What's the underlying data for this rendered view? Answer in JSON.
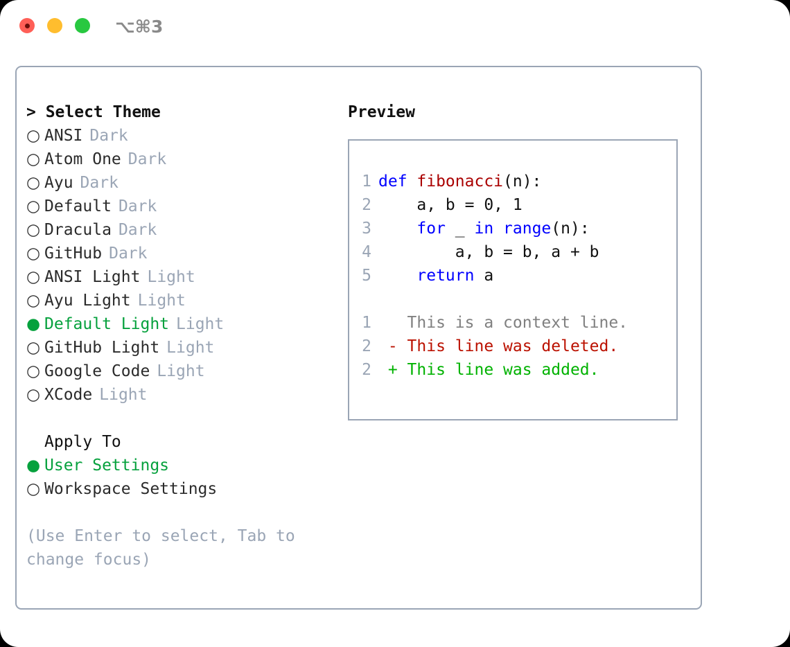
{
  "titlebar": {
    "shortcut": "⌥⌘3",
    "buttons": [
      {
        "name": "close",
        "color": "#ff5f57"
      },
      {
        "name": "minimize",
        "color": "#ffbd2e"
      },
      {
        "name": "maximize",
        "color": "#28c840"
      }
    ]
  },
  "theme_picker": {
    "header": "> Select Theme",
    "items": [
      {
        "marker": "○",
        "name": "ANSI",
        "kind": "Dark",
        "selected": false
      },
      {
        "marker": "○",
        "name": "Atom One",
        "kind": "Dark",
        "selected": false
      },
      {
        "marker": "○",
        "name": "Ayu",
        "kind": "Dark",
        "selected": false
      },
      {
        "marker": "○",
        "name": "Default",
        "kind": "Dark",
        "selected": false
      },
      {
        "marker": "○",
        "name": "Dracula",
        "kind": "Dark",
        "selected": false
      },
      {
        "marker": "○",
        "name": "GitHub",
        "kind": "Dark",
        "selected": false
      },
      {
        "marker": "○",
        "name": "ANSI Light",
        "kind": "Light",
        "selected": false
      },
      {
        "marker": "○",
        "name": "Ayu Light",
        "kind": "Light",
        "selected": false
      },
      {
        "marker": "●",
        "name": "Default Light",
        "kind": "Light",
        "selected": true
      },
      {
        "marker": "○",
        "name": "GitHub Light",
        "kind": "Light",
        "selected": false
      },
      {
        "marker": "○",
        "name": "Google Code",
        "kind": "Light",
        "selected": false
      },
      {
        "marker": "○",
        "name": "XCode",
        "kind": "Light",
        "selected": false
      }
    ]
  },
  "apply_to": {
    "title": "Apply To",
    "options": [
      {
        "marker": "●",
        "label": "User Settings",
        "selected": true
      },
      {
        "marker": "○",
        "label": "Workspace Settings",
        "selected": false
      }
    ]
  },
  "hint": "(Use Enter to select, Tab to change focus)",
  "preview": {
    "title": "Preview",
    "code_lines": [
      {
        "lineno": "1",
        "tokens": [
          {
            "text": "def ",
            "type": "kw"
          },
          {
            "text": "fibonacci",
            "type": "fn"
          },
          {
            "text": "(n):",
            "type": "plain"
          }
        ]
      },
      {
        "lineno": "2",
        "tokens": [
          {
            "text": "    a, b = 0, 1",
            "type": "plain"
          }
        ]
      },
      {
        "lineno": "3",
        "tokens": [
          {
            "text": "    ",
            "type": "plain"
          },
          {
            "text": "for",
            "type": "kw"
          },
          {
            "text": " _ ",
            "type": "plain"
          },
          {
            "text": "in",
            "type": "kw"
          },
          {
            "text": " ",
            "type": "plain"
          },
          {
            "text": "range",
            "type": "kw"
          },
          {
            "text": "(n):",
            "type": "plain"
          }
        ]
      },
      {
        "lineno": "4",
        "tokens": [
          {
            "text": "        a, b = b, a + b",
            "type": "plain"
          }
        ]
      },
      {
        "lineno": "5",
        "tokens": [
          {
            "text": "    ",
            "type": "plain"
          },
          {
            "text": "return",
            "type": "kw"
          },
          {
            "text": " a",
            "type": "plain"
          }
        ]
      }
    ],
    "diff_lines": [
      {
        "lineno": "1",
        "tokens": [
          {
            "text": "   This is a context line.",
            "type": "ctx"
          }
        ]
      },
      {
        "lineno": "2",
        "tokens": [
          {
            "text": " - This line was deleted.",
            "type": "del"
          }
        ]
      },
      {
        "lineno": "2",
        "tokens": [
          {
            "text": " + This line was added.",
            "type": "add"
          }
        ]
      }
    ]
  },
  "colors": {
    "accent_green": "#06a13d",
    "muted": "#9aa5b5",
    "keyword": "#0000ff",
    "function": "#aa0000",
    "diff_delete": "#bb1100",
    "diff_add": "#00b200",
    "border": "#9aa5b5"
  }
}
